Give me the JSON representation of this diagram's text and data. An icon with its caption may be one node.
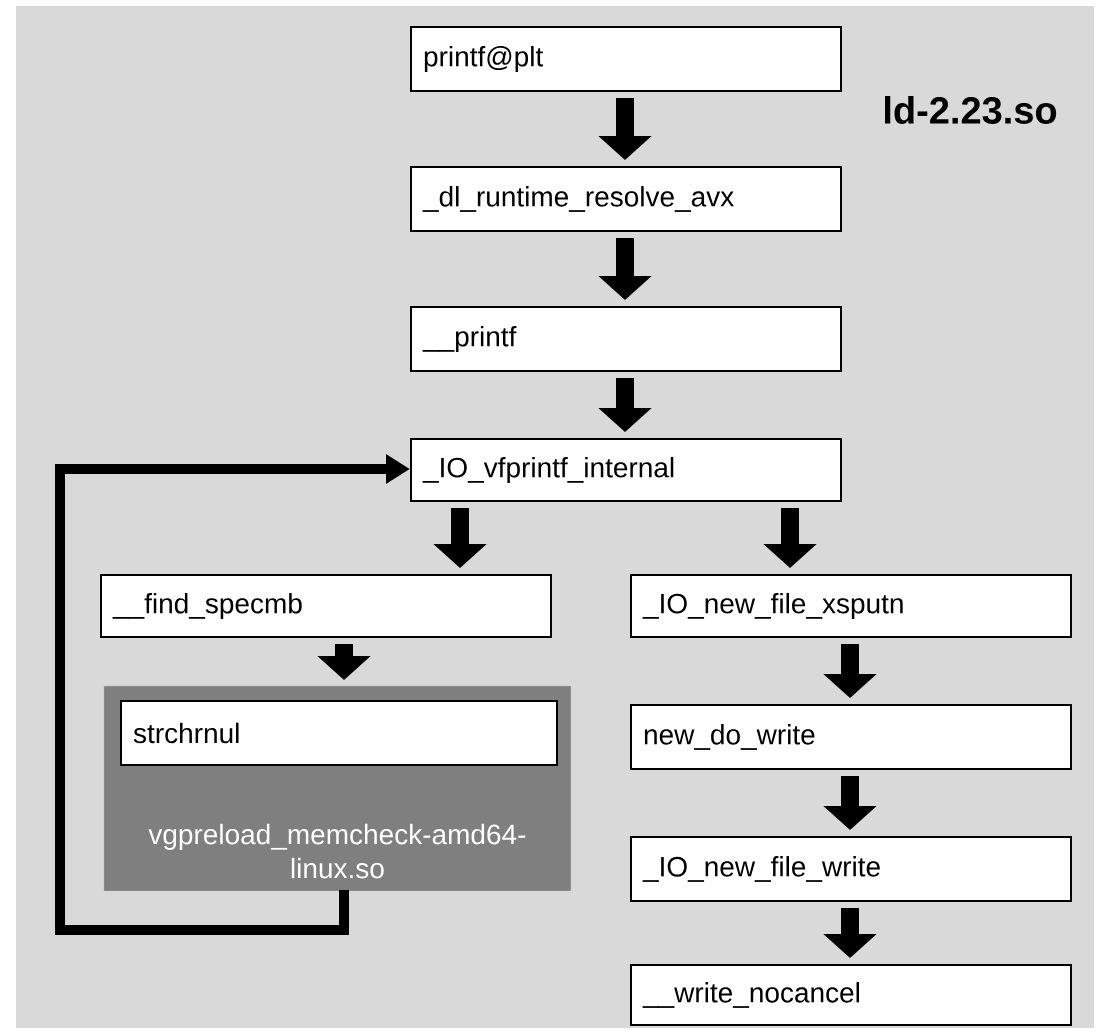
{
  "diagram": {
    "nodes": [
      {
        "text": [
          "printf@plt"
        ]
      },
      {
        "text": [
          "_dl_runtime_resolve_avx"
        ]
      },
      {
        "text": [
          "__printf"
        ]
      },
      {
        "text": [
          "_IO_vfprintf_internal"
        ]
      },
      {
        "text": [
          "__find_specmb"
        ]
      },
      {
        "text": [
          "vgpreload_memcheck-amd64-linux.so"
        ]
      },
      {
        "text": [
          "strchrnul"
        ],
        "in": 5
      },
      {
        "text": [
          "_IO_new_file_xsputn"
        ]
      },
      {
        "text": [
          "new_do_write"
        ]
      },
      {
        "text": [
          "_IO_new_file_write"
        ]
      },
      {
        "text": [
          "__write_nocancel"
        ]
      }
    ],
    "edges": [
      {
        "from": 0,
        "to": 1,
        "arrow": "to"
      },
      {
        "from": 1,
        "to": 2,
        "arrow": "to"
      },
      {
        "from": 2,
        "to": 3,
        "arrow": "to"
      },
      {
        "from": 3,
        "to": 4,
        "arrow": "to"
      },
      {
        "from": 3,
        "to": 7,
        "arrow": "to"
      },
      {
        "from": 4,
        "to": 5,
        "arrow": "to"
      },
      {
        "from": 7,
        "to": 8,
        "arrow": "to"
      },
      {
        "from": 8,
        "to": 9,
        "arrow": "to"
      },
      {
        "from": 9,
        "to": 10,
        "arrow": "to"
      },
      {
        "from": 5,
        "to": 3,
        "arrow": "to"
      }
    ],
    "labels": [
      "ld-2.23.so"
    ]
  }
}
